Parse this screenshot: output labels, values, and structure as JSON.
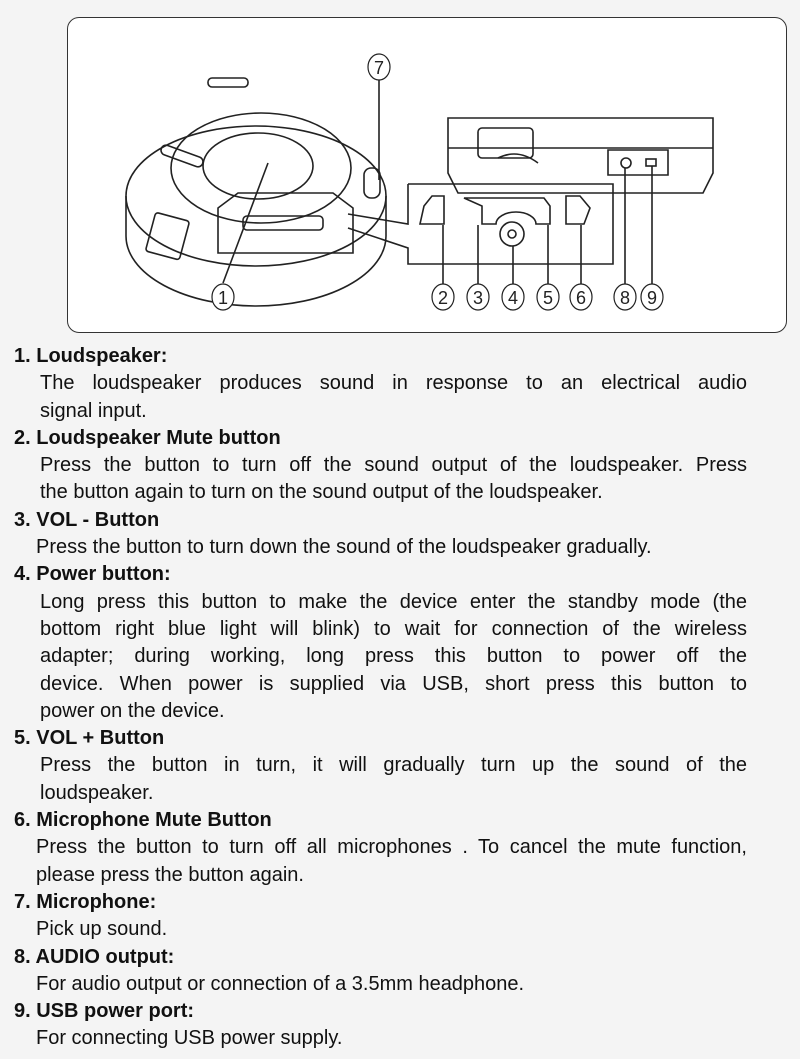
{
  "figure": {
    "callouts": [
      "1",
      "2",
      "3",
      "4",
      "5",
      "6",
      "7",
      "8",
      "9"
    ]
  },
  "items": [
    {
      "title": "1. Loudspeaker:",
      "lines": [
        "The loudspeaker produces  sound  in response to an electrical audio",
        "signal  input."
      ]
    },
    {
      "title": "2. Loudspeaker Mute button",
      "lines": [
        "Press the button to turn off the sound output of the loudspeaker. Press",
        "the button again to turn on the sound output of the loudspeaker."
      ]
    },
    {
      "title": "3. VOL -  Button",
      "lines": [
        "Press the button to turn down the sound of the loudspeaker gradually."
      ]
    },
    {
      "title": "4. Power button:",
      "lines": [
        "Long press this button to make the device enter the standby mode (the",
        "bottom right blue light will blink) to wait for connection of the wireless",
        "adapter; during working, long press this button to power off the",
        "device. When power is supplied via USB, short press this button to",
        "power on the device."
      ]
    },
    {
      "title": "5. VOL +  Button",
      "lines": [
        "Press the button in turn, it will gradually turn up the sound of the",
        "loudspeaker."
      ]
    },
    {
      "title": "6. Microphone Mute Button",
      "lines": [
        "Press the button to turn off all microphones . To cancel the mute function,",
        "please press the button again."
      ]
    },
    {
      "title": "7. Microphone:",
      "lines": [
        "Pick up sound."
      ]
    },
    {
      "title": "8. AUDIO output:",
      "lines": [
        "For audio output or connection of a 3.5mm headphone."
      ]
    },
    {
      "title": "9. USB power port:",
      "lines": [
        "For connecting USB power supply."
      ]
    }
  ]
}
